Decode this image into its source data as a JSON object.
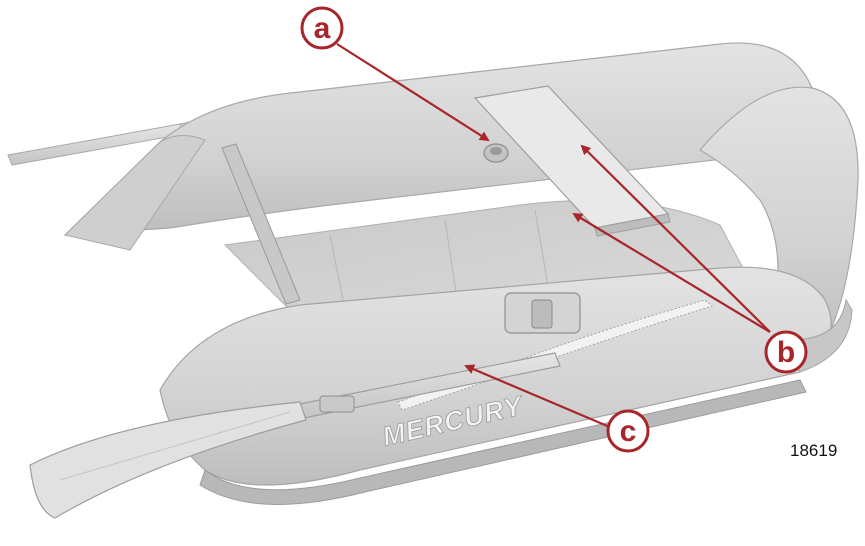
{
  "figure": {
    "number": "18619",
    "brand_decal": "MERCURY"
  },
  "callouts": [
    {
      "id": "a",
      "label": "a"
    },
    {
      "id": "b",
      "label": "b"
    },
    {
      "id": "c",
      "label": "c"
    }
  ],
  "colors": {
    "callout": "#a8262a",
    "tube_fill": "#d7d7d7",
    "background": "#ffffff"
  }
}
